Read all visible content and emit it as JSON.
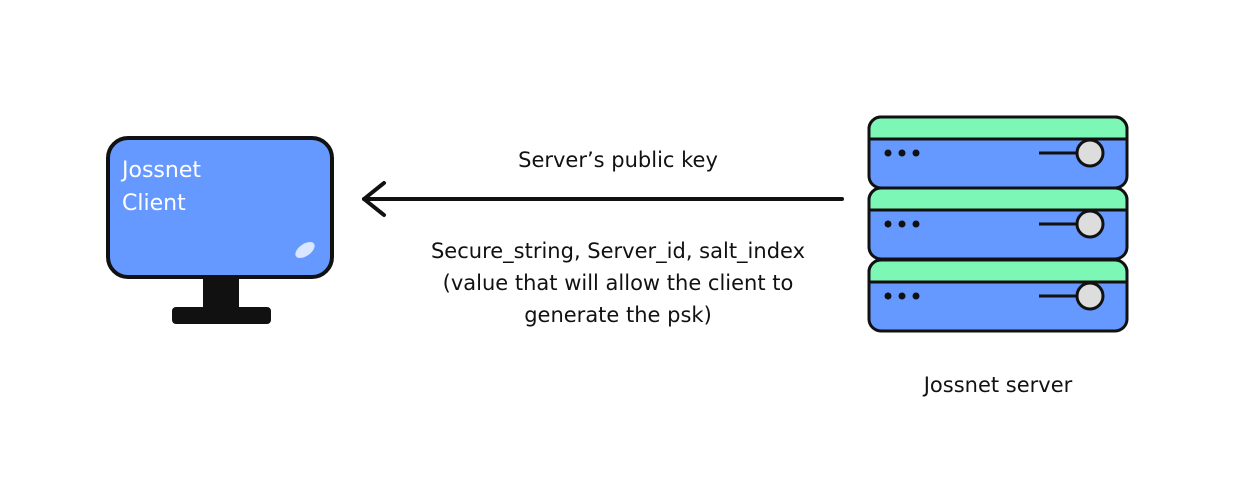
{
  "client": {
    "line1": "Jossnet",
    "line2": "Client"
  },
  "arrow": {
    "label_top": "Server’s public key",
    "label_bottom_line1": "Secure_string, Server_id, salt_index",
    "label_bottom_line2": "(value that will allow the client to",
    "label_bottom_line3": "generate the psk)"
  },
  "server": {
    "label": "Jossnet server",
    "unit_count": 3
  },
  "colors": {
    "screen_blue": "#6699ff",
    "server_green": "#7df7b5",
    "outline": "#111111",
    "knob_fill": "#dddddd"
  }
}
